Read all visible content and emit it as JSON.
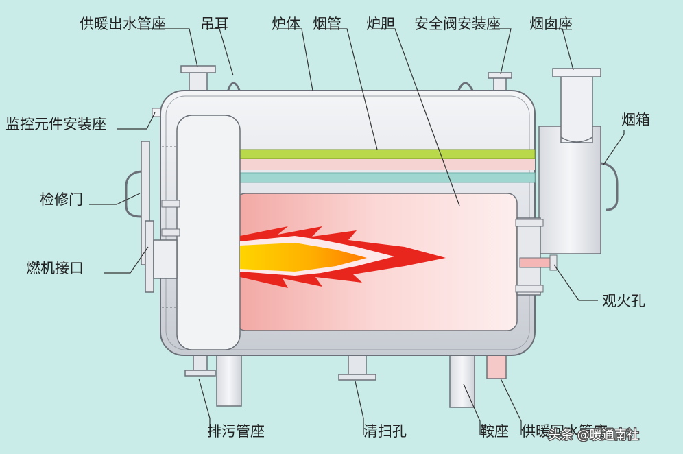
{
  "labels": {
    "hot_water_outlet": "供暖出水管座",
    "lifting_lug": "吊耳",
    "furnace_body": "炉体",
    "smoke_tube": "烟管",
    "furnace_liner": "炉胆",
    "safety_valve_seat": "安全阀安装座",
    "chimney_seat": "烟囱座",
    "monitor_seat": "监控元件安装座",
    "smoke_box": "烟箱",
    "inspection_door": "检修门",
    "burner_port": "燃机接口",
    "peephole": "观火孔",
    "drain_seat": "排污管座",
    "cleaning_hole": "清扫孔",
    "saddle": "鞍座",
    "return_water_seat": "供暖回水管座"
  },
  "watermark": "头条 @暖通南社",
  "colors": {
    "background": "#c9ece8",
    "shell": "#e6e8ec",
    "shell_edge": "#6b7078",
    "smoke_tube_green": "#b9d84a",
    "smoke_tube_teal": "#9fd6cf",
    "liner": "#f7c9c7",
    "flame_red": "#e8261e",
    "flame_yellow": "#ffd400"
  }
}
